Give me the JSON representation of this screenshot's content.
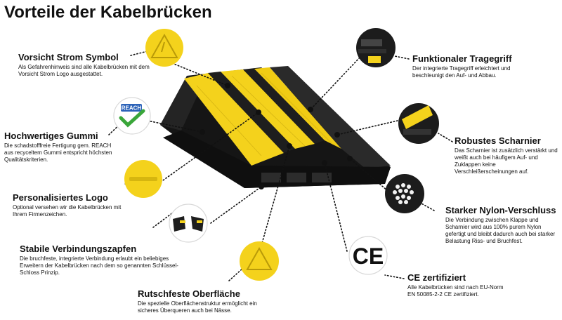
{
  "title": "Vorteile der Kabelbrücken",
  "colors": {
    "yellow": "#f4d21c",
    "black": "#1c1c1c",
    "accent_green": "#3aa63a",
    "accent_blue": "#2b62b8"
  },
  "features": [
    {
      "heading": "Vorsicht Strom Symbol",
      "description": "Als Gefahrenhinweis sind alle Kabelbrücken mit dem Vorsicht Strom Logo ausgestattet.",
      "icon": "warning-sign-icon"
    },
    {
      "heading": "Hochwertiges Gummi",
      "description": "Die schadstofffreie Fertigung gem. REACH aus recyceltem Gummi entspricht höchsten Qualitätskriterien.",
      "icon": "reach-badge-icon",
      "badge_text": "REACH"
    },
    {
      "heading": "Personalisiertes Logo",
      "description": "Optional versehen wir die Kabelbrücken mit Ihrem Firmenzeichen.",
      "icon": "custom-logo-icon"
    },
    {
      "heading": "Stabile Verbindungszapfen",
      "description": "Die bruchfeste, integrierte Verbindung erlaubt ein beliebiges Erweitern der Kabelbrücken nach dem so genannten Schlüssel-Schloss Prinzip.",
      "icon": "connector-pin-icon"
    },
    {
      "heading": "Rutschfeste Oberfläche",
      "description": "Die spezielle Oberflächenstruktur ermöglicht ein sicheres Überqueren auch bei Nässe.",
      "icon": "anti-slip-surface-icon"
    },
    {
      "heading": "Funktionaler Tragegriff",
      "description": "Der integrierte Tragegriff erleichtert und beschleunigt den Auf- und Abbau.",
      "icon": "carry-handle-icon"
    },
    {
      "heading": "Robustes Scharnier",
      "description": "Das Scharnier ist zusätzlich verstärkt und weißt auch bei häufigem Auf- und Zuklappen keine Verschleißerscheinungen auf.",
      "icon": "hinge-icon"
    },
    {
      "heading": "Starker Nylon-Verschluss",
      "description": "Die Verbindung zwischen Klappe und Scharnier wird aus 100% purem Nylon gefertigt und bleibt dadurch auch bei starker Belastung Riss- und Bruchfest.",
      "icon": "nylon-granules-icon"
    },
    {
      "heading": "CE zertifiziert",
      "description": "Alle Kabelbrücken sind nach EU-Norm EN 50085-2-2 CE zertifiziert.",
      "icon": "ce-mark-icon",
      "badge_text": "CE"
    }
  ]
}
